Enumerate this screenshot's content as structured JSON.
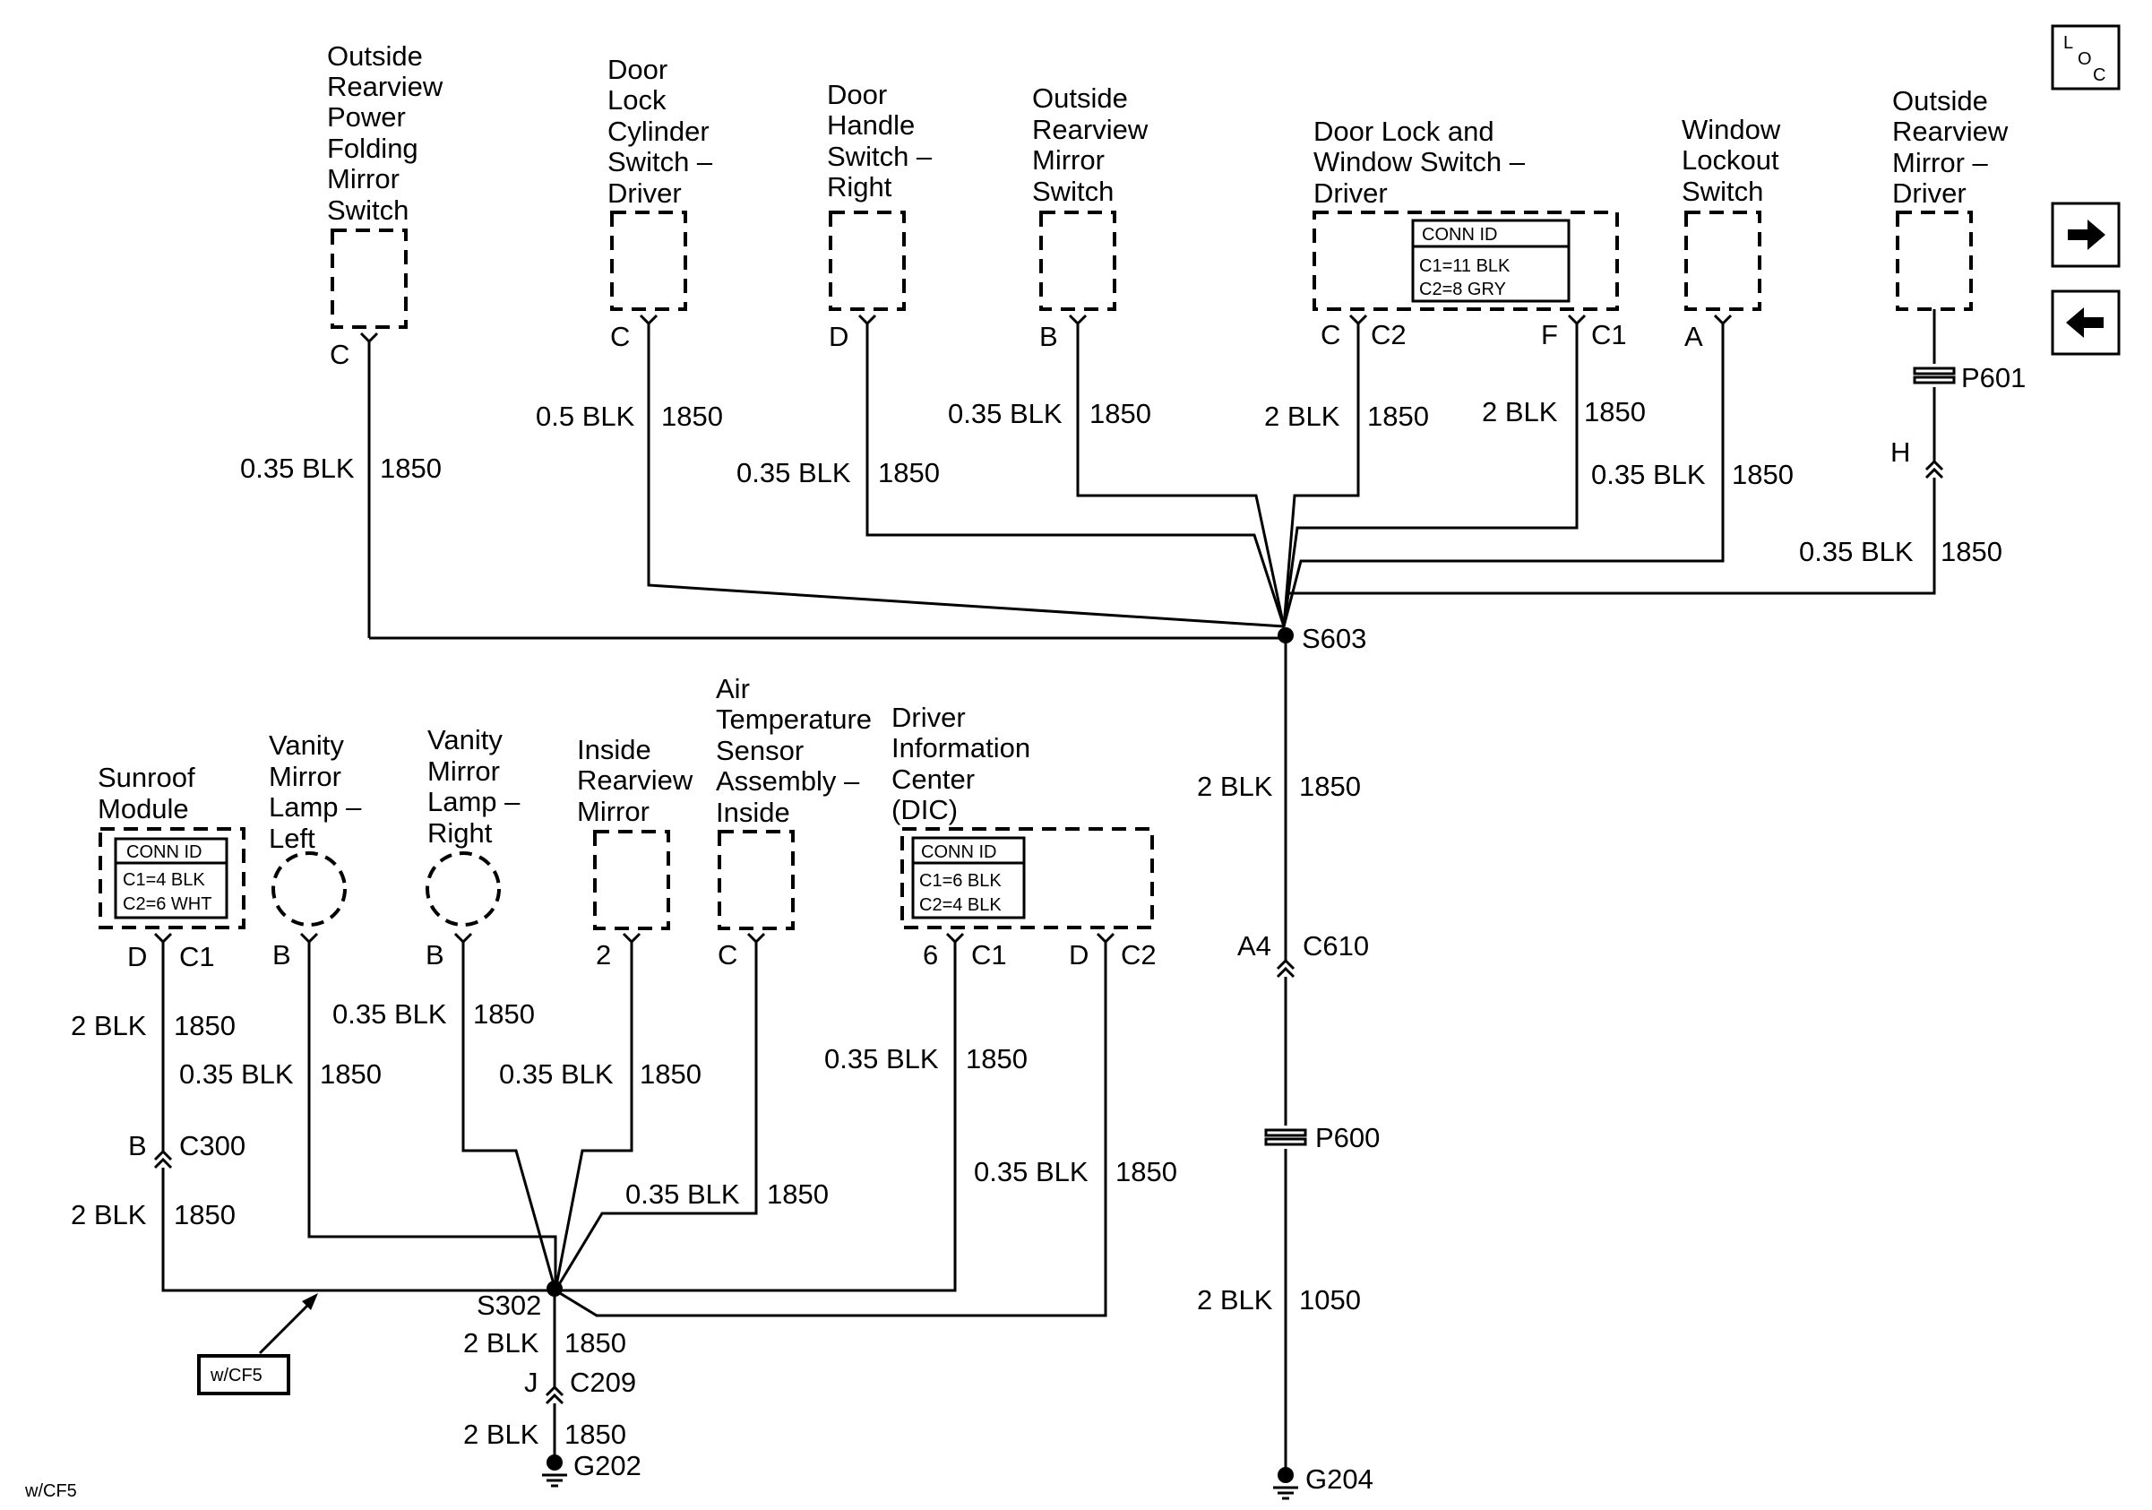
{
  "components": {
    "power_folding_switch": [
      "Outside",
      "Rearview",
      "Power",
      "Folding",
      "Mirror",
      "Switch"
    ],
    "door_lock_cyl_switch": [
      "Door",
      "Lock",
      "Cylinder",
      "Switch –",
      "Driver"
    ],
    "door_handle_switch": [
      "Door",
      "Handle",
      "Switch –",
      "Right"
    ],
    "outside_mirror_switch": [
      "Outside",
      "Rearview",
      "Mirror",
      "Switch"
    ],
    "door_lock_window_switch": [
      "Door Lock and",
      "Window Switch –",
      "Driver"
    ],
    "window_lockout_switch": [
      "Window",
      "Lockout",
      "Switch"
    ],
    "outside_mirror_driver": [
      "Outside",
      "Rearview",
      "Mirror –",
      "Driver"
    ],
    "sunroof_module": [
      "Sunroof",
      "Module"
    ],
    "vanity_left": [
      "Vanity",
      "Mirror",
      "Lamp –",
      "Left"
    ],
    "vanity_right": [
      "Vanity",
      "Mirror",
      "Lamp –",
      "Right"
    ],
    "inside_mirror": [
      "Inside",
      "Rearview",
      "Mirror"
    ],
    "air_temp_sensor": [
      "Air",
      "Temperature",
      "Sensor",
      "Assembly –",
      "Inside"
    ],
    "dic": [
      "Driver",
      "Information",
      "Center",
      "(DIC)"
    ]
  },
  "conn_ids": {
    "door_lock_window": {
      "title": "CONN ID",
      "lines": [
        "C1=11 BLK",
        "C2=8 GRY"
      ]
    },
    "sunroof": {
      "title": "CONN ID",
      "lines": [
        "C1=4 BLK",
        "C2=6 WHT"
      ]
    },
    "dic": {
      "title": "CONN ID",
      "lines": [
        "C1=6 BLK",
        "C2=4 BLK"
      ]
    }
  },
  "pins": {
    "p_fold": "C",
    "p_cyl": "C",
    "p_handle": "D",
    "p_mirsw": "B",
    "p_dlw_c": "C",
    "p_dlw_c2": "C2",
    "p_dlw_f": "F",
    "p_dlw_c1": "C1",
    "p_lockout": "A",
    "p_h": "H",
    "p_sun_d": "D",
    "p_sun_c1": "C1",
    "p_vl": "B",
    "p_vr": "B",
    "p_im": "2",
    "p_ats": "C",
    "p_dic_6": "6",
    "p_dic_c1": "C1",
    "p_dic_d": "D",
    "p_dic_c2": "C2",
    "p_b300": "B",
    "p_a4": "A4",
    "p_j": "J"
  },
  "wires": {
    "w_fold": {
      "size": "0.35 BLK",
      "circuit": "1850"
    },
    "w_cyl": {
      "size": "0.5 BLK",
      "circuit": "1850"
    },
    "w_handle": {
      "size": "0.35 BLK",
      "circuit": "1850"
    },
    "w_mirsw": {
      "size": "0.35 BLK",
      "circuit": "1850"
    },
    "w_dlw_c2": {
      "size": "2 BLK",
      "circuit": "1850"
    },
    "w_dlw_c1": {
      "size": "2 BLK",
      "circuit": "1850"
    },
    "w_lockout": {
      "size": "0.35 BLK",
      "circuit": "1850"
    },
    "w_driver_mirror": {
      "size": "0.35 BLK",
      "circuit": "1850"
    },
    "w_s603_down": {
      "size": "2 BLK",
      "circuit": "1850"
    },
    "w_p600_down": {
      "size": "2 BLK",
      "circuit": "1050"
    },
    "w_sun_top": {
      "size": "2 BLK",
      "circuit": "1850"
    },
    "w_vl": {
      "size": "0.35 BLK",
      "circuit": "1850"
    },
    "w_vr": {
      "size": "0.35 BLK",
      "circuit": "1850"
    },
    "w_im": {
      "size": "0.35 BLK",
      "circuit": "1850"
    },
    "w_ats": {
      "size": "0.35 BLK",
      "circuit": "1850"
    },
    "w_dic_c1": {
      "size": "0.35 BLK",
      "circuit": "1850"
    },
    "w_dic_c2": {
      "size": "0.35 BLK",
      "circuit": "1850"
    },
    "w_sun_bottom": {
      "size": "2 BLK",
      "circuit": "1850"
    },
    "w_s302_down": {
      "size": "2 BLK",
      "circuit": "1850"
    },
    "w_g202": {
      "size": "2 BLK",
      "circuit": "1850"
    }
  },
  "nodes": {
    "s603": "S603",
    "s302": "S302",
    "c610": "C610",
    "p600": "P600",
    "p601": "P601",
    "c300": "C300",
    "c209": "C209",
    "g204": "G204",
    "g202": "G202"
  },
  "option_box": "w/CF5",
  "footnote": "w/CF5",
  "nav": {
    "loc_l": "L",
    "loc_o": "O",
    "loc_c": "C",
    "next_icon": "arrow-right-icon",
    "prev_icon": "arrow-left-icon"
  }
}
